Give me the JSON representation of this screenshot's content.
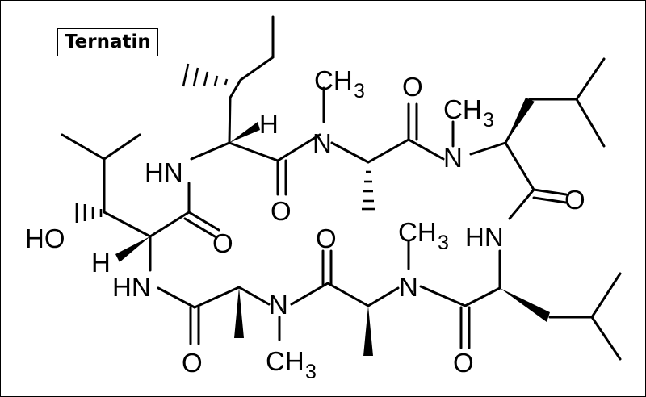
{
  "title": "Ternatin",
  "colors": {
    "ink": "#000000",
    "background": "#ffffff"
  },
  "atoms": {
    "ch3_sub": "3",
    "ch": "CH",
    "h": "H",
    "n": "N",
    "o": "O",
    "hn": "HN",
    "ho": "HO"
  }
}
